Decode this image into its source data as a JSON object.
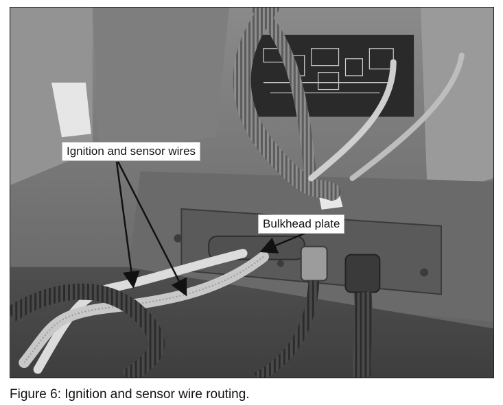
{
  "figure": {
    "caption": "Figure 6: Ignition and sensor wire routing.",
    "callouts": {
      "wires_label": "Ignition and sensor wires",
      "bulkhead_label": "Bulkhead plate"
    }
  }
}
